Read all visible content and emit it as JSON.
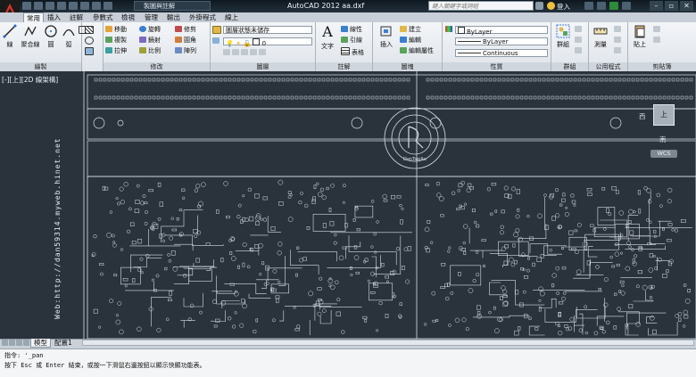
{
  "titlebar": {
    "workspace": "製圖與註解",
    "app_title": "AutoCAD 2012   aa.dxf",
    "search_placeholder": "鍵入關鍵字或詞組",
    "login": "登入",
    "window_buttons": [
      "–",
      "▫",
      "✕"
    ]
  },
  "tabs": [
    "常用",
    "插入",
    "註解",
    "參數式",
    "檢視",
    "管理",
    "輸出",
    "外掛程式",
    "線上"
  ],
  "active_tab_index": 0,
  "ribbon": {
    "draw": {
      "title": "繪製",
      "big": [
        "線",
        "聚合線",
        "圓",
        "弧"
      ]
    },
    "modify": {
      "title": "修改",
      "rows": [
        [
          "移動",
          "旋轉",
          "修剪"
        ],
        [
          "複製",
          "鏡射",
          "圓角"
        ],
        [
          "拉伸",
          "比例",
          "陣列"
        ]
      ]
    },
    "layers": {
      "title": "圖層",
      "state_combo": "圖層狀態未儲存",
      "layer_combo": "0"
    },
    "annotation": {
      "title": "註解",
      "text_label": "文字",
      "items": [
        "線性",
        "引線",
        "表格"
      ]
    },
    "block": {
      "title": "圖塊",
      "insert_label": "插入",
      "items": [
        "建立",
        "編輯",
        "編輯屬性"
      ]
    },
    "properties": {
      "title": "性質",
      "color": "ByLayer",
      "lineweight": "ByLayer",
      "linetype": "Continuous"
    },
    "groups": {
      "title": "群組",
      "label": "群組"
    },
    "utilities": {
      "title": "公用程式",
      "label": "測量"
    },
    "clipboard": {
      "title": "剪貼簿",
      "label": "貼上"
    }
  },
  "canvas": {
    "view_label": "[-][上][2D 線架構]",
    "watermark": "Web:http://dan59314.myweb.hinet.net",
    "viewcube": {
      "west": "西",
      "top": "上",
      "south": "南",
      "wcs": "WCS"
    },
    "stamp_text": "DanTsaiAu"
  },
  "layout_tabs": [
    "模型",
    "配置1"
  ],
  "active_layout_index": 0,
  "command": {
    "line1": "指令: '_pan",
    "line2": "按下 Esc 或 Enter 結束，或按一下滑鼠右邊按鈕以顯示快顯功能表。"
  },
  "colors": {
    "canvas_bg": "#2a323c",
    "pcb_line": "#d9e0e6",
    "titlebar": "#17222c",
    "ribbon": "#eef1f4"
  }
}
